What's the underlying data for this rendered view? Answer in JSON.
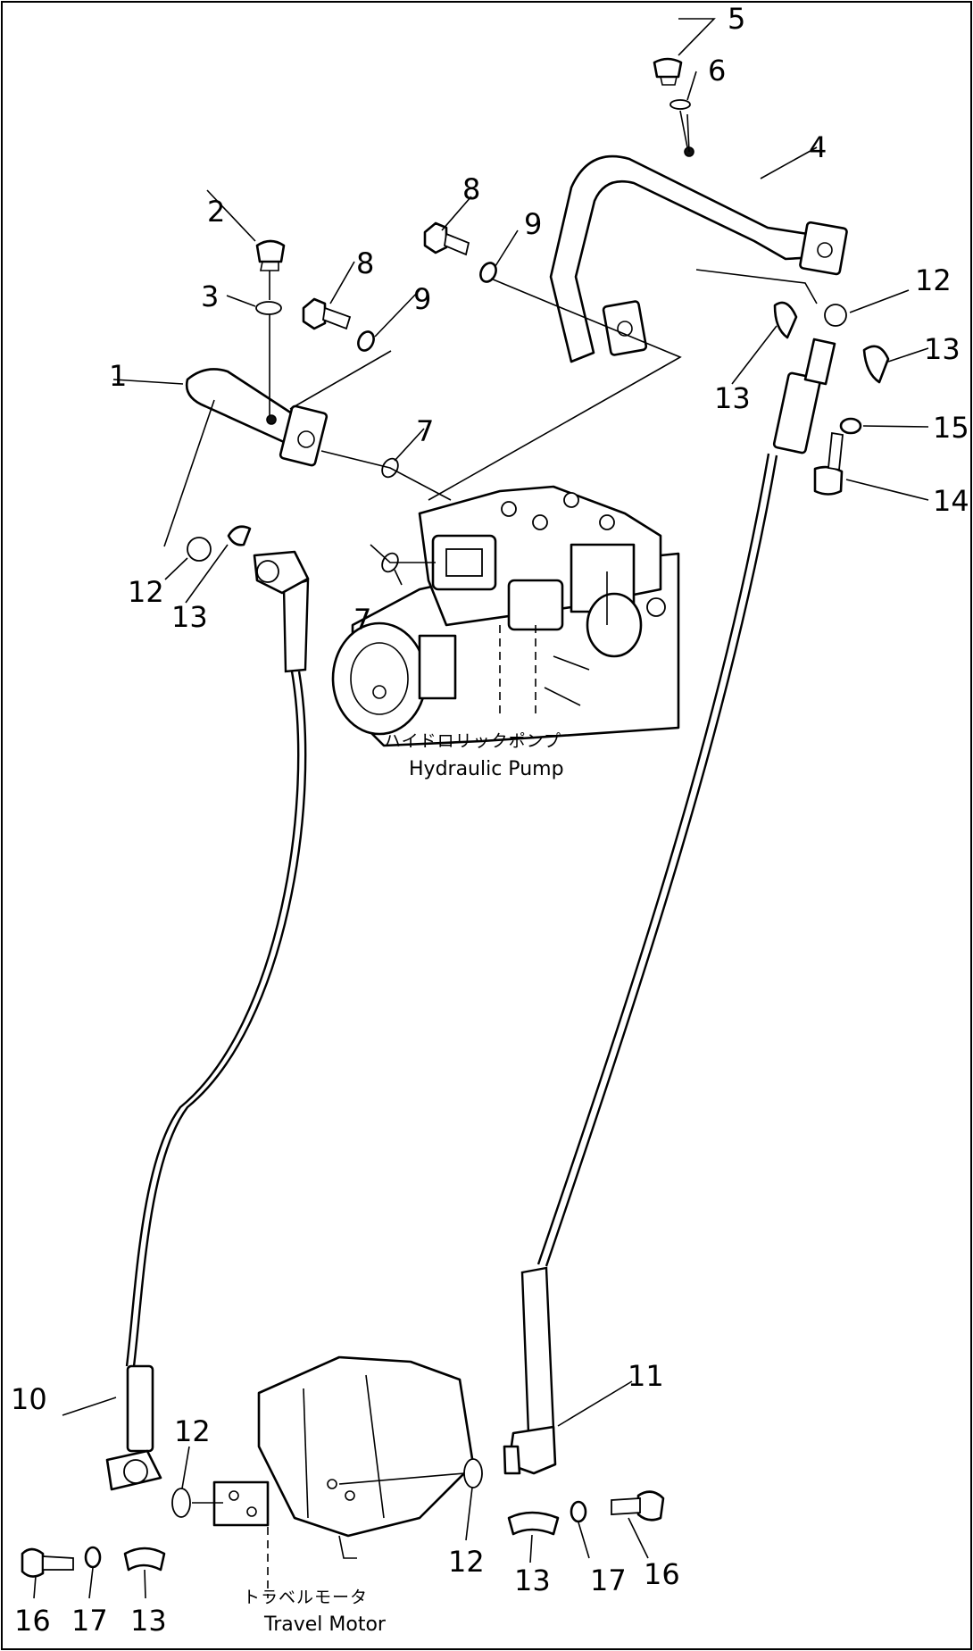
{
  "components": {
    "hydraulic_pump": {
      "label_jp": "ハイドロリックポンプ",
      "label_en": "Hydraulic Pump"
    },
    "travel_motor": {
      "label_jp": "トラベルモータ",
      "label_en": "Travel Motor"
    }
  },
  "callouts": {
    "c1": "1",
    "c2": "2",
    "c3": "3",
    "c4": "4",
    "c5": "5",
    "c6": "6",
    "c7a": "7",
    "c7b": "7",
    "c8a": "8",
    "c8b": "8",
    "c9a": "9",
    "c9b": "9",
    "c10": "10",
    "c11": "11",
    "c12a": "12",
    "c12b": "12",
    "c12c": "12",
    "c12d": "12",
    "c13a": "13",
    "c13b": "13",
    "c13c": "13",
    "c13d": "13",
    "c13e": "13",
    "c14": "14",
    "c15": "15",
    "c16a": "16",
    "c16b": "16",
    "c17a": "17",
    "c17b": "17"
  }
}
